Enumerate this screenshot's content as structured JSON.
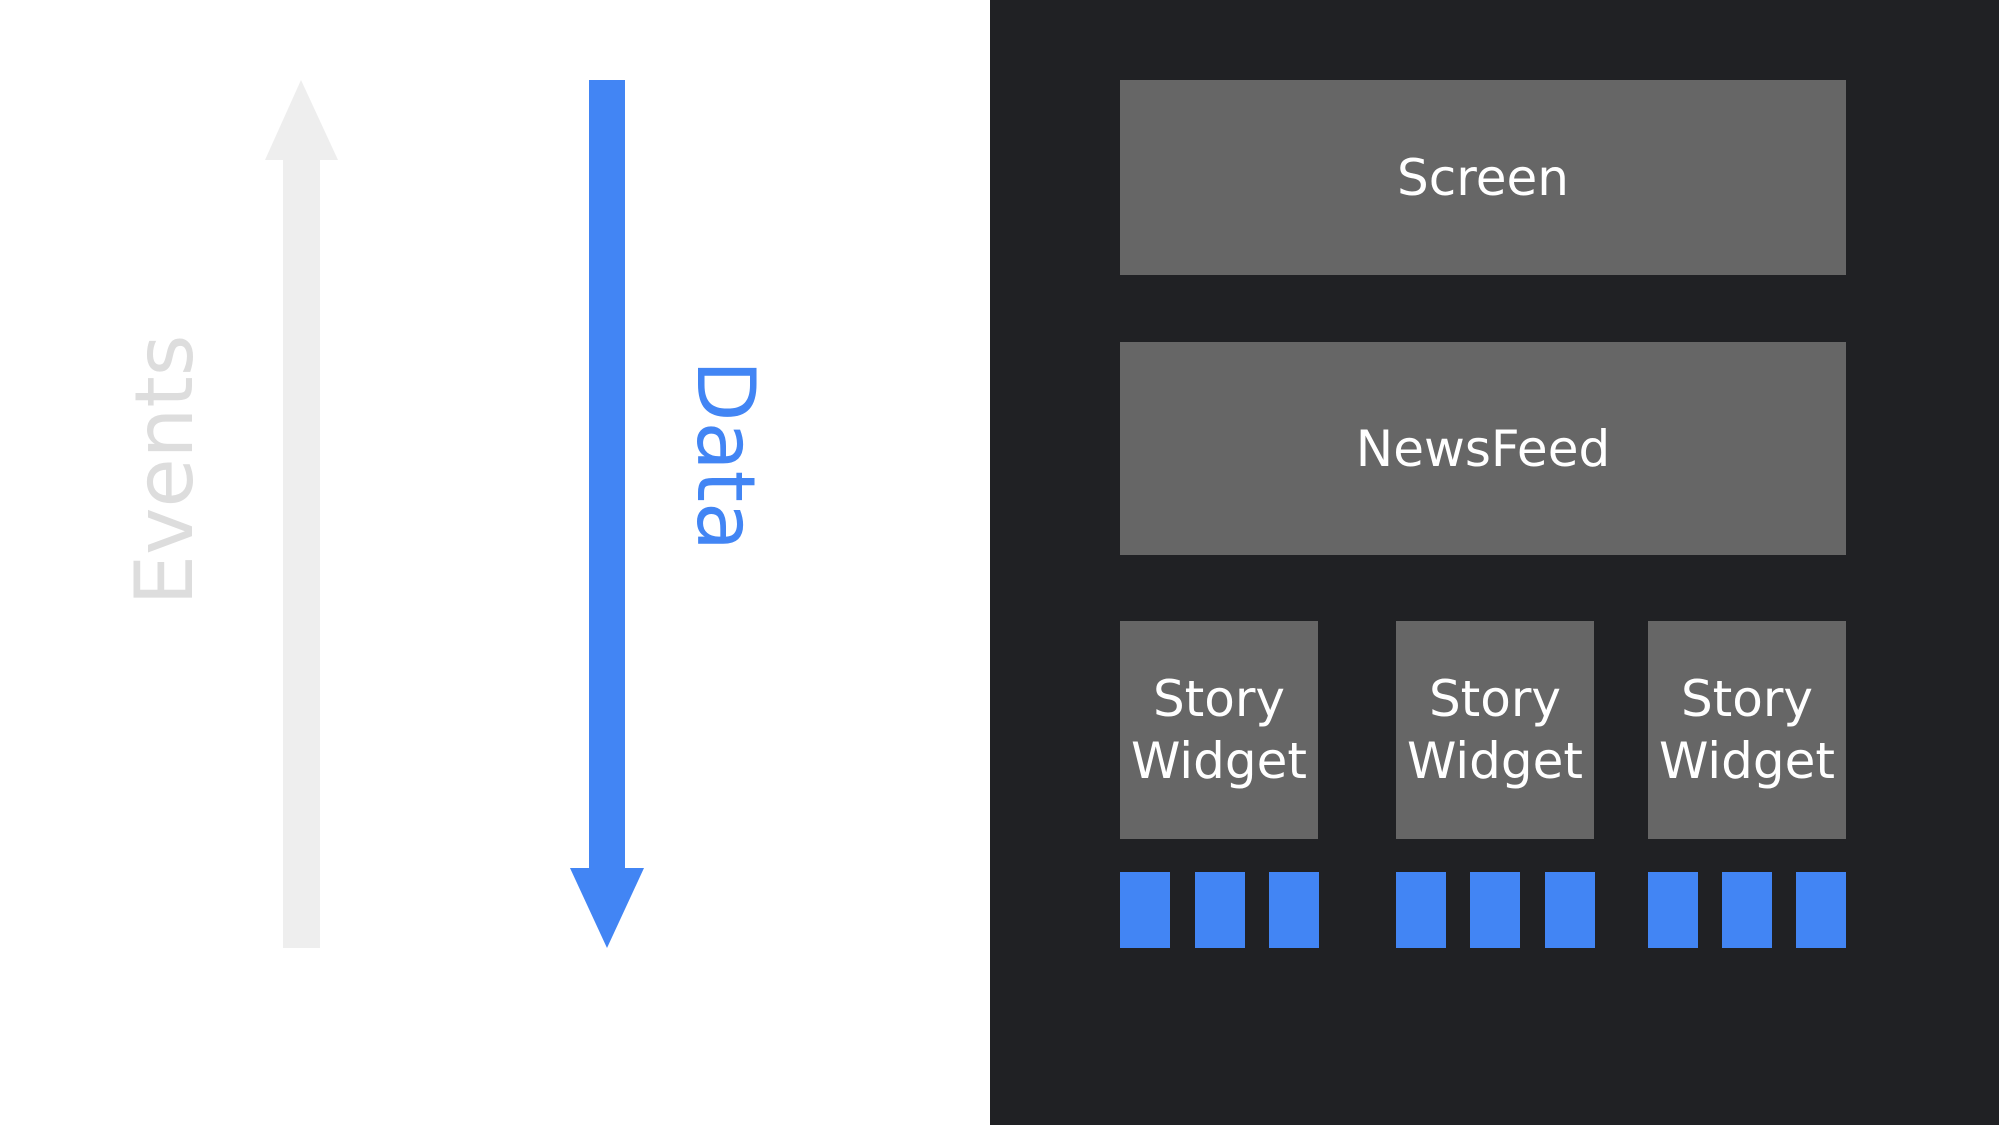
{
  "colors": {
    "background": "#ffffff",
    "panel": "#202124",
    "box": "#666666",
    "accent": "#4285f4",
    "events_arrow": "#eeeeee",
    "events_text": "#dddddd"
  },
  "left": {
    "events_label": "Events",
    "events_arrow_direction": "up",
    "data_label": "Data",
    "data_arrow_direction": "down"
  },
  "tree": {
    "screen": "Screen",
    "newsfeed": "NewsFeed",
    "widgets": [
      {
        "line1": "Story",
        "line2": "Widget"
      },
      {
        "line1": "Story",
        "line2": "Widget"
      },
      {
        "line1": "Story",
        "line2": "Widget"
      }
    ],
    "leaves_per_widget": 3
  }
}
